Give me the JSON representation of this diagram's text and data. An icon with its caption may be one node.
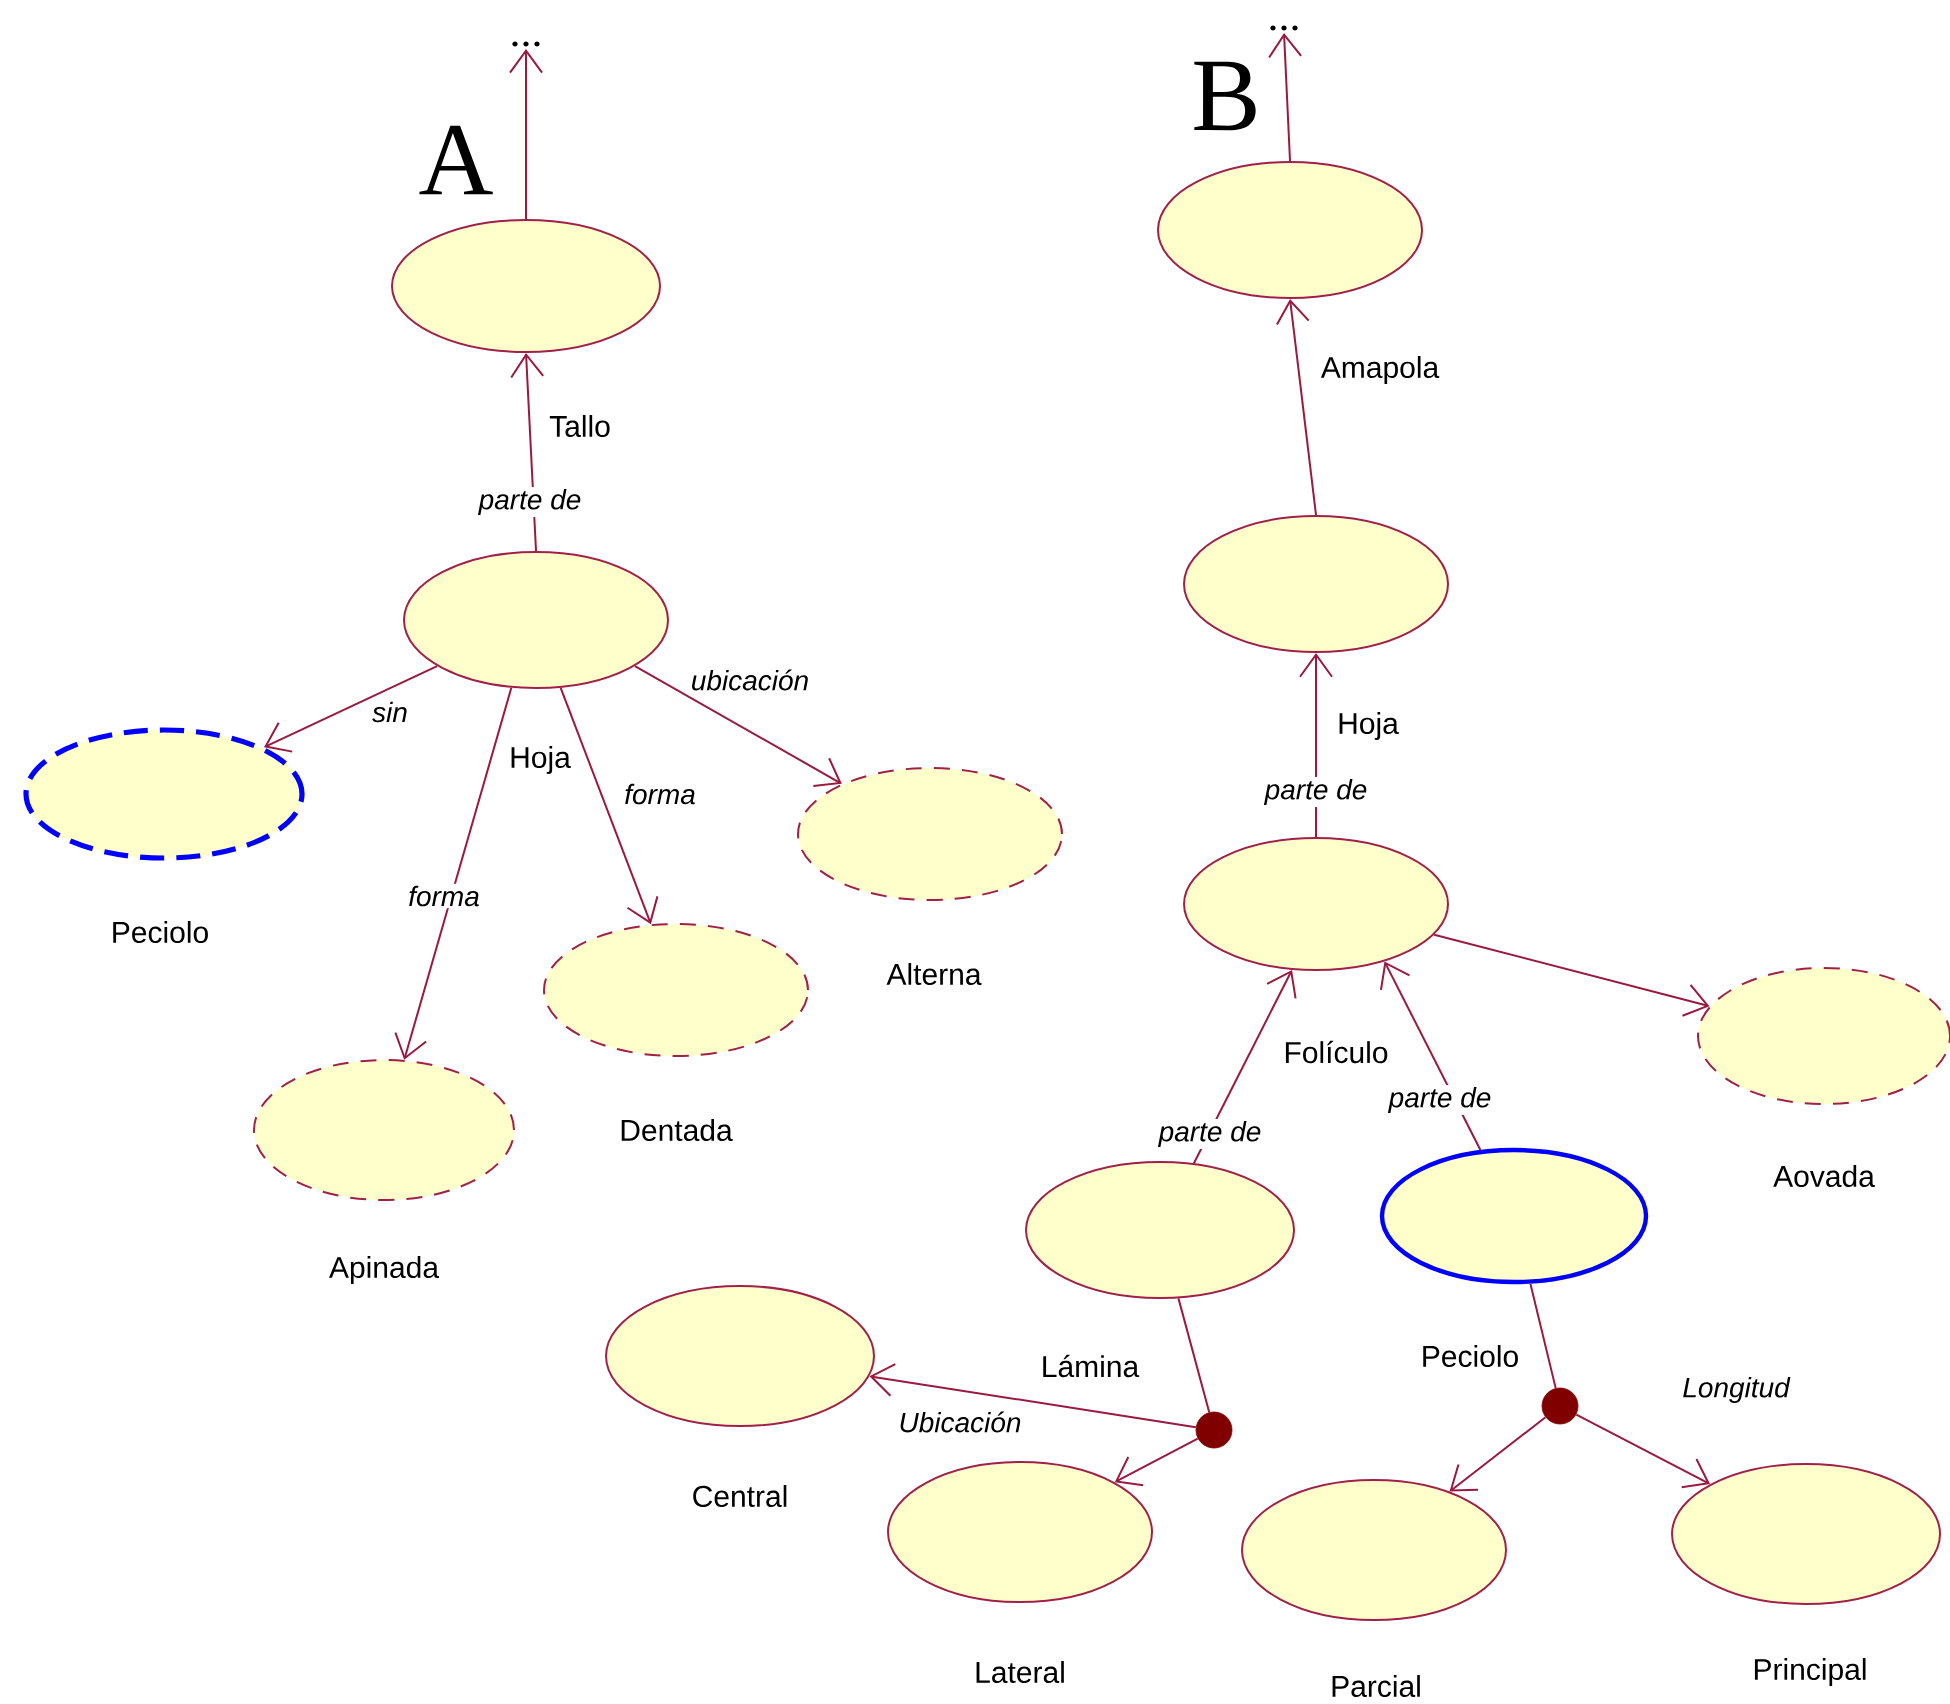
{
  "diagram": {
    "nodes": [
      {
        "text": [
          "..."
        ]
      },
      {
        "text": [
          "Tallo"
        ]
      },
      {
        "text": [
          "Hoja"
        ]
      },
      {
        "text": [
          "Peciolo"
        ]
      },
      {
        "text": [
          "Alterna"
        ]
      },
      {
        "text": [
          "Dentada"
        ]
      },
      {
        "text": [
          "Apinada"
        ]
      },
      {
        "text": [
          "..."
        ]
      },
      {
        "text": [
          "Amapola"
        ]
      },
      {
        "text": [
          "Hoja"
        ]
      },
      {
        "text": [
          "Folículo"
        ]
      },
      {
        "text": [
          "Aovada"
        ]
      },
      {
        "text": [
          "Lámina"
        ]
      },
      {
        "text": [
          "Peciolo"
        ]
      },
      {
        "text": [
          "Central"
        ]
      },
      {
        "text": [
          "Lateral"
        ]
      },
      {
        "text": [
          "Parcial"
        ]
      },
      {
        "text": [
          "Principal"
        ]
      },
      {
        "text": [],
        "shape": "circle"
      },
      {
        "text": [],
        "shape": "circle"
      }
    ],
    "edges": [
      {
        "from": 1,
        "to": 0,
        "arrow": "to"
      },
      {
        "from": 2,
        "to": 1,
        "arrow": "to",
        "label": "parte de"
      },
      {
        "from": 2,
        "to": 3,
        "arrow": "to",
        "label": "sin"
      },
      {
        "from": 2,
        "to": 4,
        "arrow": "to",
        "label": "ubicación"
      },
      {
        "from": 2,
        "to": 5,
        "arrow": "to",
        "label": "forma"
      },
      {
        "from": 2,
        "to": 6,
        "arrow": "to",
        "label": "forma"
      },
      {
        "from": 8,
        "to": 7,
        "arrow": "to"
      },
      {
        "from": 9,
        "to": 8,
        "arrow": "to"
      },
      {
        "from": 10,
        "to": 9,
        "arrow": "to",
        "label": "parte de"
      },
      {
        "from": 10,
        "to": 11,
        "arrow": "to"
      },
      {
        "from": 12,
        "to": 10,
        "arrow": "to",
        "label": "parte de"
      },
      {
        "from": 13,
        "to": 10,
        "arrow": "to",
        "label": "parte de"
      },
      {
        "from": 12,
        "to": 18,
        "arrow": "none"
      },
      {
        "from": 18,
        "to": 14,
        "arrow": "to",
        "label": "Ubicación"
      },
      {
        "from": 18,
        "to": 15,
        "arrow": "to"
      },
      {
        "from": 13,
        "to": 19,
        "arrow": "none"
      },
      {
        "from": 19,
        "to": 16,
        "arrow": "to"
      },
      {
        "from": 19,
        "to": 17,
        "arrow": "to",
        "label": "Longitud"
      }
    ],
    "labels": [
      "A",
      "B"
    ]
  }
}
